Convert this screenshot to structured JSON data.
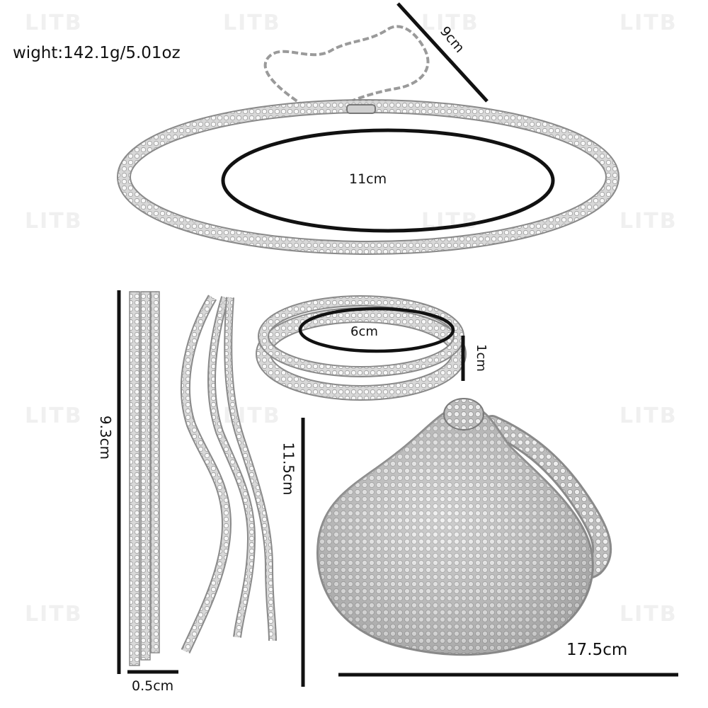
{
  "weight_label": "wight:142.1g/5.01oz",
  "watermark_text": "LITB",
  "dimensions": {
    "chain_extension": "9cm",
    "necklace_diameter": "11cm",
    "bracelet_diameter": "6cm",
    "bracelet_height": "1cm",
    "earring_length": "9.3cm",
    "earring_width": "0.5cm",
    "bag_height": "11.5cm",
    "bag_width": "17.5cm"
  },
  "colors": {
    "background": "#ffffff",
    "silver": "#c9c9c9",
    "silver_dark": "#8a8a8a",
    "measure_line": "#111111"
  }
}
